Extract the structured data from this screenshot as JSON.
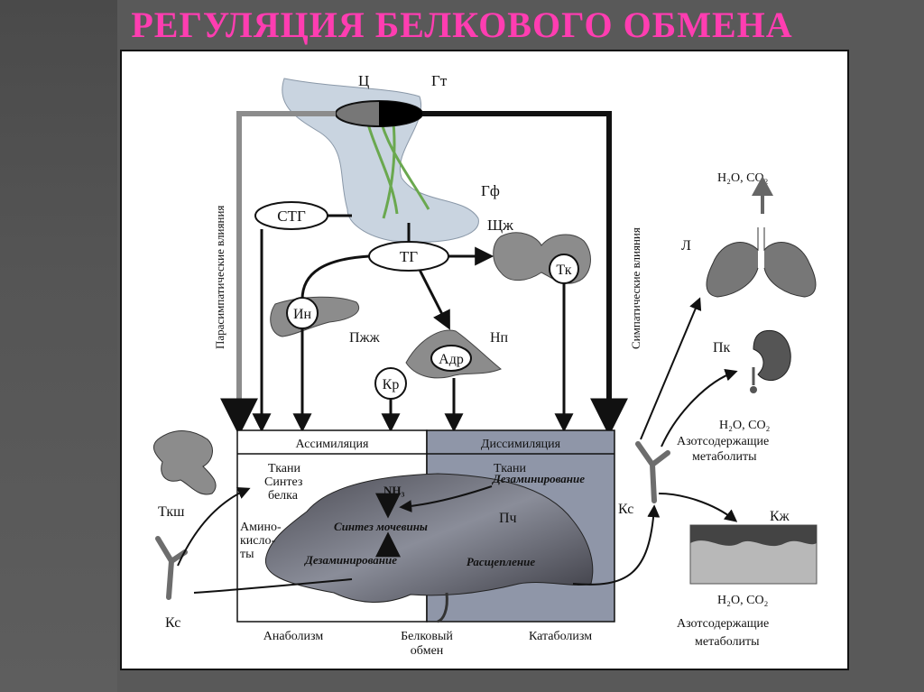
{
  "slide": {
    "title": "РЕГУЛЯЦИЯ БЕЛКОВОГО ОБМЕНА"
  },
  "labels": {
    "ts": "Ц",
    "gt": "Гт",
    "gf": "Гф",
    "shzh": "Щж",
    "stg": "СТГ",
    "tg": "ТГ",
    "tk": "Тк",
    "in": "Ин",
    "pzhzh": "Пжж",
    "np": "Нп",
    "adr": "Адр",
    "kr": "Кр",
    "parasympathetic": "Парасимпатические влияния",
    "sympathetic": "Симпатические влияния",
    "l": "Л",
    "h2o_co2_top": "H₂O, CO₂",
    "pk": "Пк",
    "h2o_co2_mid": "H₂O, CO₂",
    "azot_mid_1": "Азотсодержащие",
    "azot_mid_2": "метаболиты",
    "kzh": "Кж",
    "h2o_co2_bottom": "H₂O, CO₂",
    "azot_bottom_1": "Азотсодержащие",
    "azot_bottom_2": "метаболиты",
    "ksh": "Ткш",
    "ks_left": "Кс",
    "ks_right": "Кс",
    "assimilation": "Ассимиляция",
    "dissimilation": "Диссимиляция",
    "tkani_left_1": "Ткани",
    "tkani_left_2": "Синтез",
    "tkani_left_3": "белка",
    "amino_1": "Амино-",
    "amino_2": "кисло-",
    "amino_3": "ты",
    "tkani_right": "Ткани",
    "deamin_top": "Дезаминирование",
    "nh3": "NH₃",
    "pch": "Пч",
    "urea": "Синтез мочевины",
    "deamin_bottom": "Дезаминирование",
    "split": "Расщепление",
    "anabolism": "Анаболизм",
    "protein_exchange_1": "Белковый",
    "protein_exchange_2": "обмен",
    "catabolism": "Катаболизм"
  }
}
